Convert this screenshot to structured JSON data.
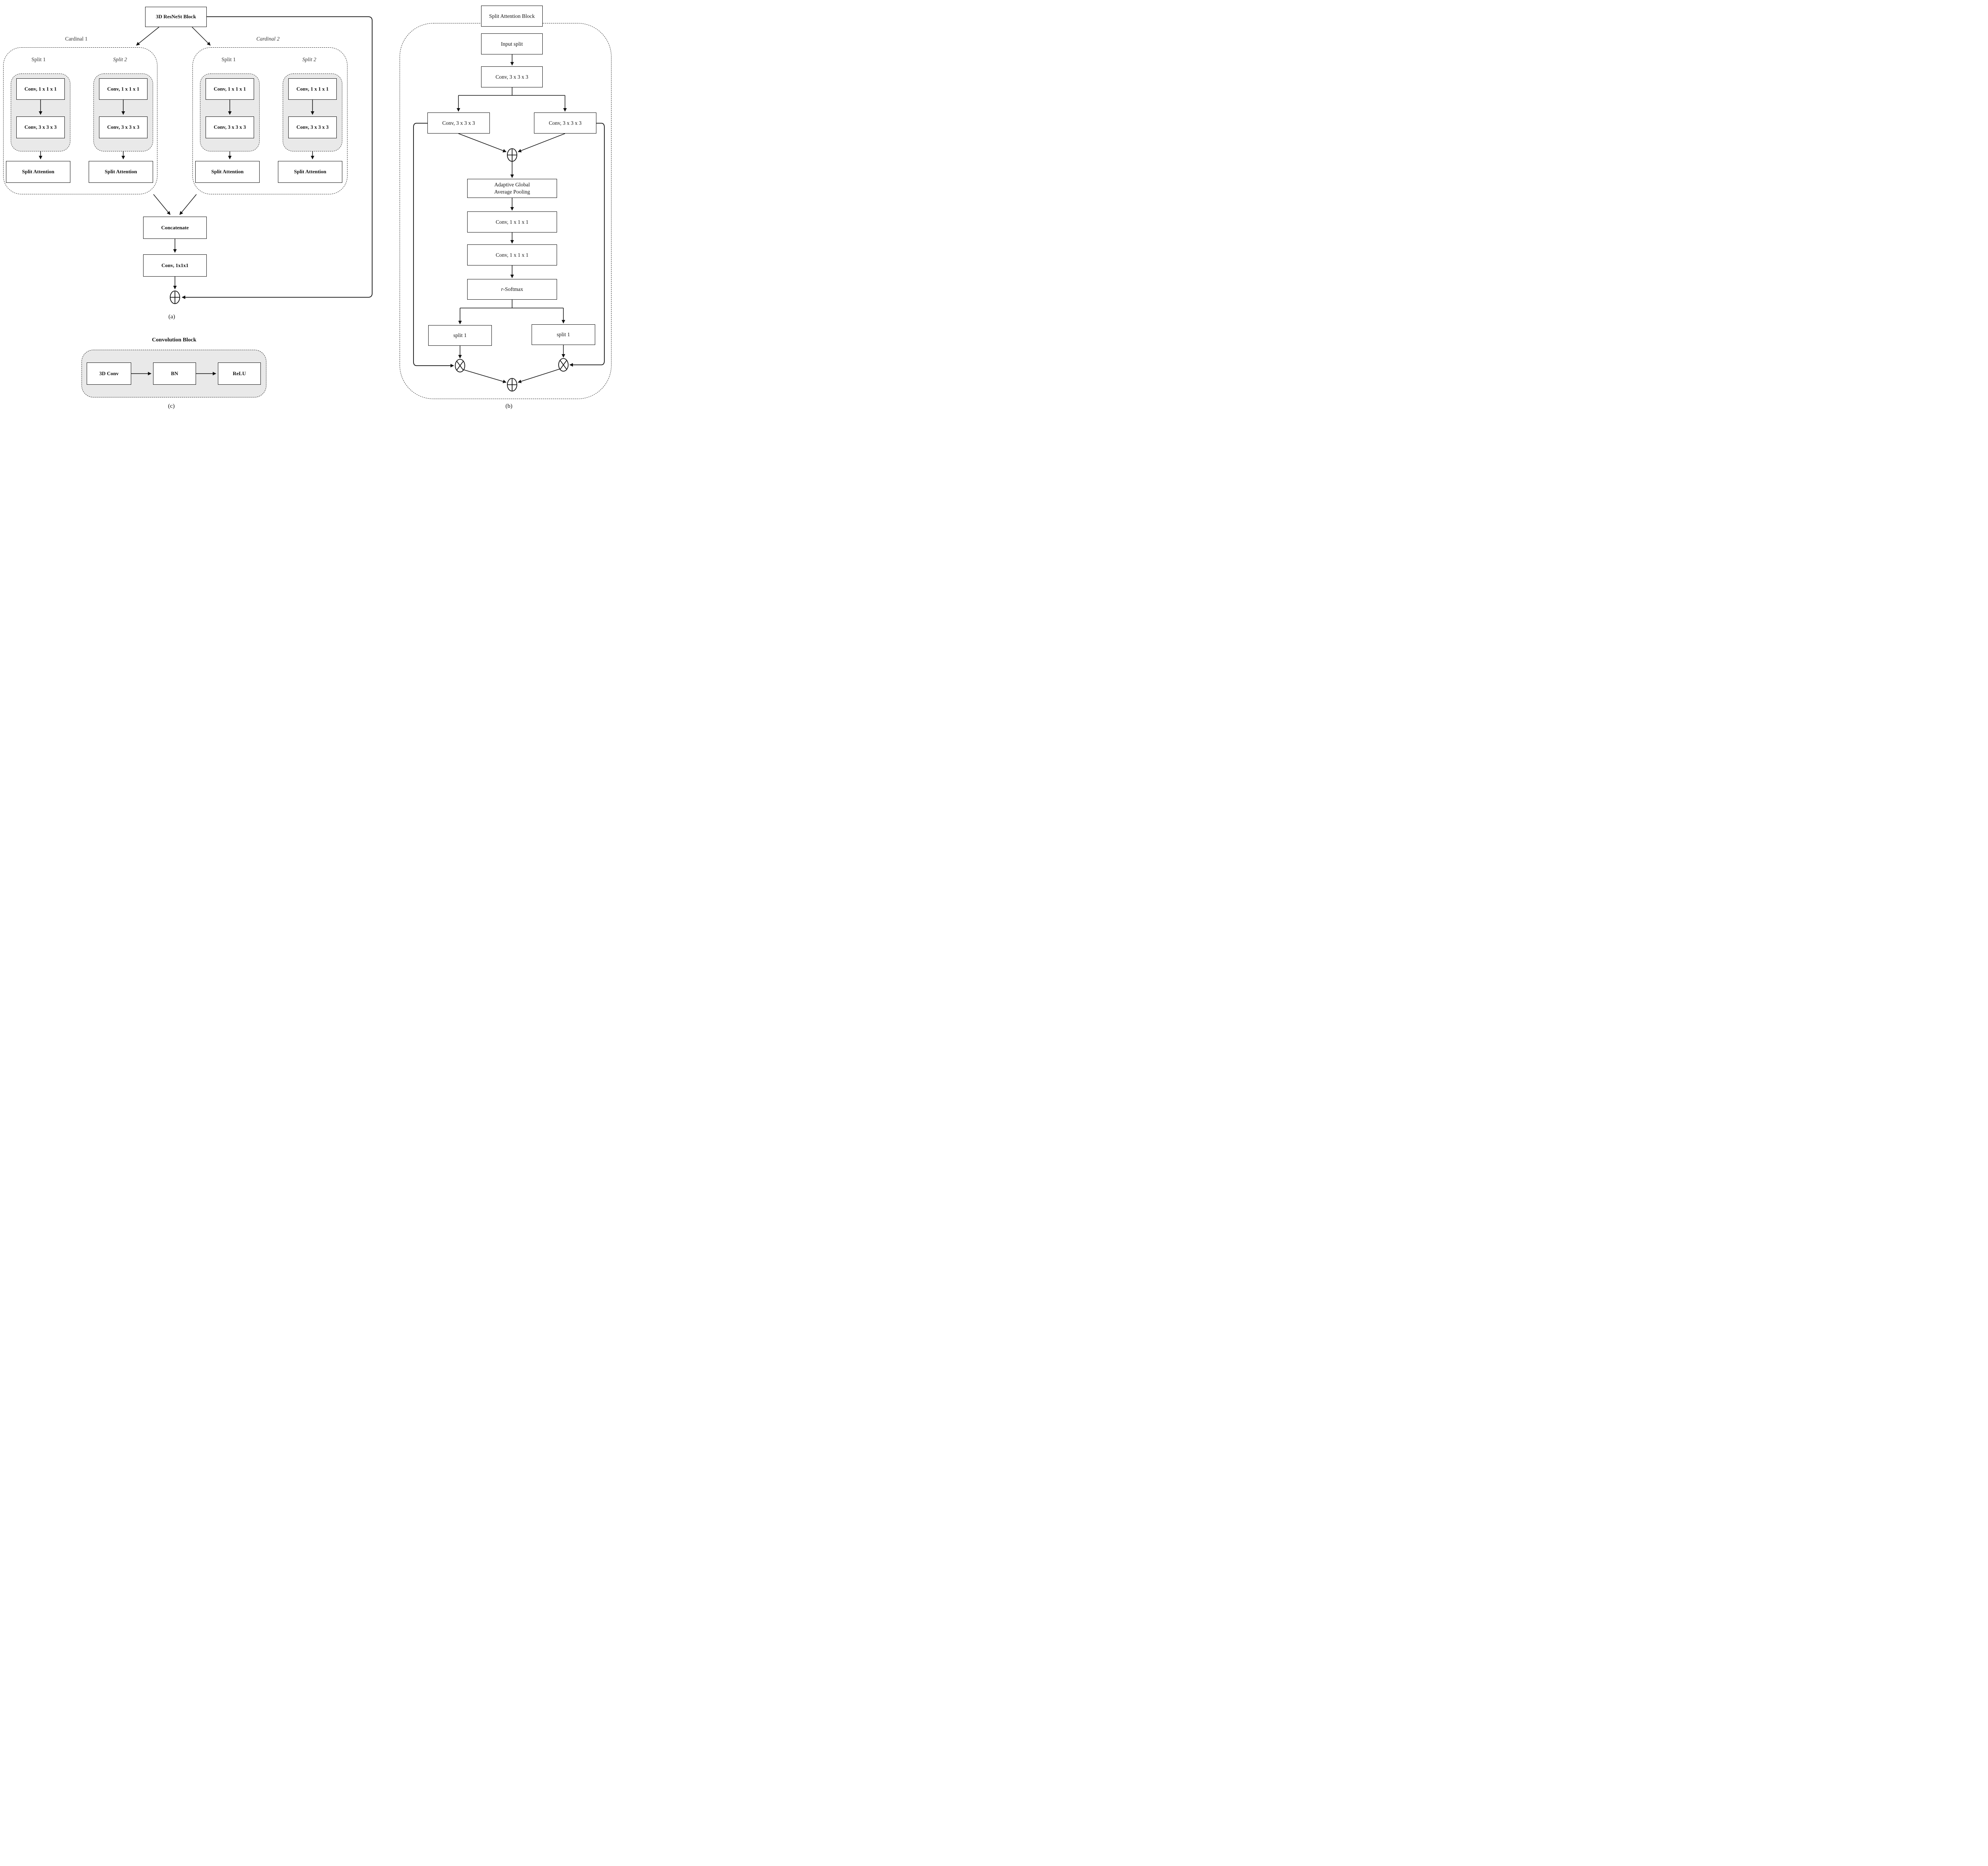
{
  "panel_a": {
    "caption": "(a)",
    "root_label": "3D ResNeSt Block",
    "concatenate_label": "Concatenate",
    "conv_out_label": "Conv, 1x1x1",
    "cardinals": [
      {
        "label": "Cardinal 1",
        "splits": [
          {
            "label": "Split 1",
            "conv1": "Conv, 1 x 1 x 1",
            "conv2": "Conv, 3 x 3 x 3",
            "attention": "Split Attention"
          },
          {
            "label": "Split 2",
            "conv1": "Conv, 1 x 1 x 1",
            "conv2": "Conv, 3 x 3 x 3",
            "attention": "Split Attention"
          }
        ]
      },
      {
        "label": "Cardinal 2",
        "splits": [
          {
            "label": "Split 1",
            "conv1": "Conv, 1 x 1 x 1",
            "conv2": "Conv, 3 x 3 x 3",
            "attention": "Split Attention"
          },
          {
            "label": "Split 2",
            "conv1": "Conv, 1 x 1 x 1",
            "conv2": "Conv, 3 x 3 x 3",
            "attention": "Split Attention"
          }
        ]
      }
    ]
  },
  "panel_b": {
    "caption": "(b)",
    "title": "Split Attention Block",
    "input_label": "Input split",
    "conv_root_label": "Conv, 3 x 3 x 3",
    "branch_left_label": "Conv, 3 x 3 x 3",
    "branch_right_label": "Conv, 3 x 3 x 3",
    "pooling_line1": "Adaptive Global",
    "pooling_line2": "Average Pooling",
    "conv_a_label": "Conv, 1 x 1 x 1",
    "conv_b_label": "Conv, 1 x 1 x 1",
    "softmax_prefix": "r",
    "softmax_suffix": "-Softmax",
    "split_left_label": "split 1",
    "split_right_label": "split 1"
  },
  "panel_c": {
    "caption": "(c)",
    "title": "Convolution Block",
    "conv_label": "3D Conv",
    "bn_label": "BN",
    "relu_label": "ReLU"
  },
  "style": {
    "line_color": "#111111",
    "box_fill": "#ffffff",
    "group_fill": "#e9e9e9",
    "add_symbol": "plus-circle",
    "multiply_symbol": "times-circle"
  }
}
